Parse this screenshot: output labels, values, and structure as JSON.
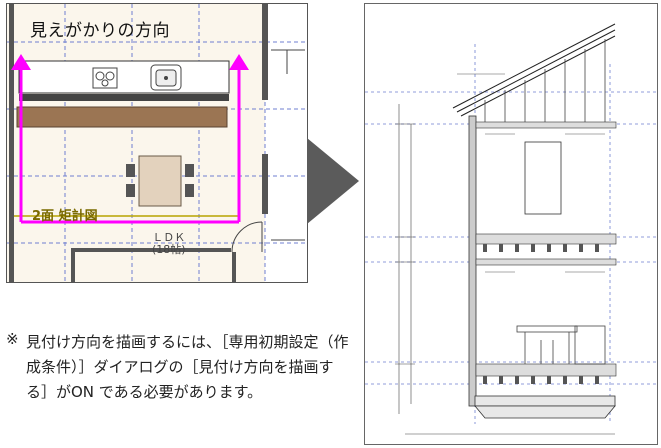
{
  "plan": {
    "title": "見えがかりの方向",
    "section_label": "2面  矩計図",
    "room_name": "ＬＤＫ",
    "room_size": "(18帖)"
  },
  "note": {
    "mark": "※",
    "text": "見付け方向を描画するには、［専用初期設定（作成条件）］ダイアログの［見付け方向を描画する］がON である必要があります。"
  },
  "colors": {
    "direction_arrow": "#ff00ff",
    "section_line": "#b8a400",
    "next_arrow": "#5b5b5b",
    "plan_floor": "#fbf6ec",
    "counter": "#8b6b4a"
  },
  "icons": [
    "arrow-up-icon",
    "arrow-up-icon",
    "arrow-right-icon",
    "stove-icon",
    "sink-icon"
  ]
}
